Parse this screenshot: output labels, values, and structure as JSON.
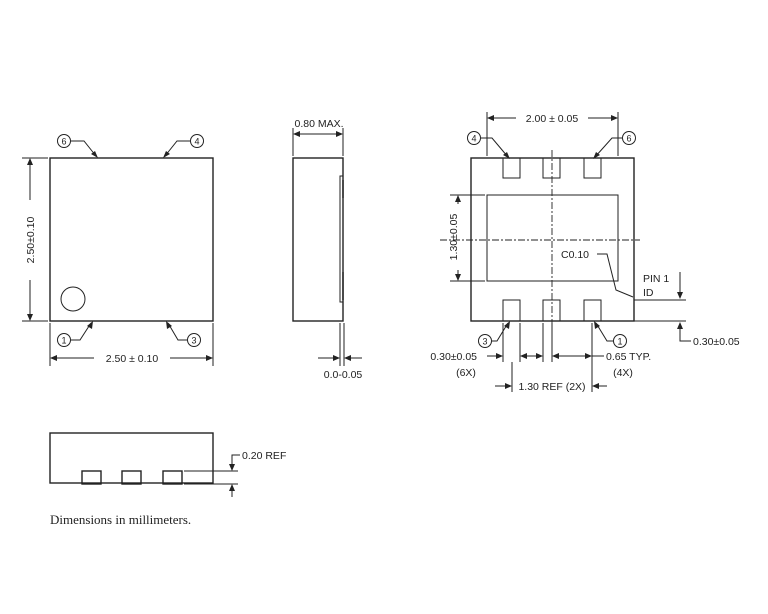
{
  "views": {
    "top": {
      "pin_markers": {
        "top_left": "6",
        "top_right": "4",
        "bottom_left": "1",
        "bottom_right": "3"
      },
      "width_dim": "2.50 ± 0.10",
      "height_dim": "2.50±0.10"
    },
    "side": {
      "height_dim": "0.80 MAX.",
      "standoff_dim": "0.0-0.05"
    },
    "bottom": {
      "pitch_span_dim": "2.00 ± 0.05",
      "pad_height_dim": "1.30±0.05",
      "chamfer": "C0.10",
      "pin1_label_line1": "PIN 1",
      "pin1_label_line2": "ID",
      "edge_dim": "0.30±0.05",
      "pad_width_dim": "0.30±0.05",
      "pad_width_count": "(6X)",
      "pitch_dim": "0.65 TYP.",
      "pitch_count": "(4X)",
      "ref_dim": "1.30 REF (2X)",
      "pin_markers": {
        "top_left": "4",
        "top_right": "6",
        "bottom_left": "3",
        "bottom_right": "1"
      }
    },
    "end": {
      "ref_dim": "0.20 REF"
    }
  },
  "footnote": "Dimensions in millimeters."
}
